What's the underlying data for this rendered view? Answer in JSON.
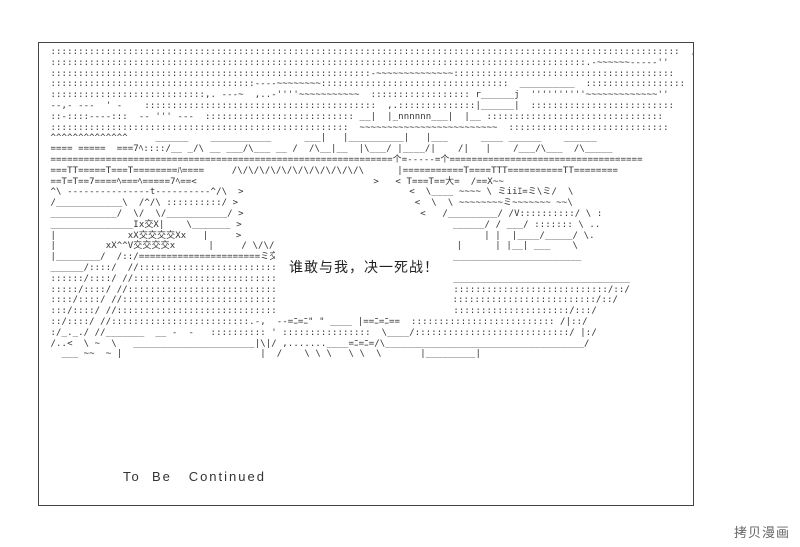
{
  "speech": {
    "text": "谁敢与我，决一死战！"
  },
  "caption": {
    "text": "To  Be   Continued"
  },
  "watermark": {
    "text": "拷贝漫画"
  },
  "colors": {
    "line": "#333333",
    "border": "#444444",
    "background": "#ffffff"
  }
}
